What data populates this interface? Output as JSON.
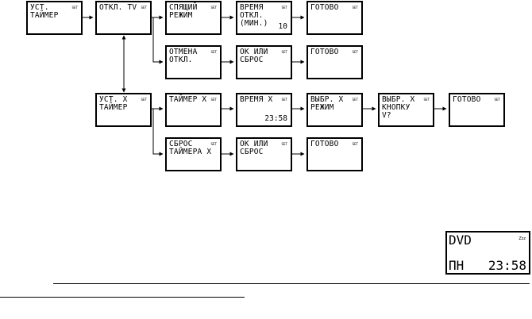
{
  "boxes": {
    "set_timer": {
      "text": "УСТ.\nТАЙМЕР",
      "tag": "SET"
    },
    "off_tv": {
      "text": "ОТКЛ. TV",
      "tag": "SET"
    },
    "sleep_mode": {
      "text": "СПЯЩИЙ\nРЕЖИМ",
      "tag": "SET"
    },
    "time_off_min": {
      "text": "ВРЕМЯ\nОТКЛ.\n(МИН.)",
      "value": "10",
      "tag": "SET"
    },
    "done_1": {
      "text": "ГОТОВО",
      "tag": "SET"
    },
    "cancel_off": {
      "text": "ОТМЕНА\nОТКЛ.",
      "tag": "SET"
    },
    "ok_or_reset_1": {
      "text": "ОК ИЛИ\nСБРОС",
      "tag": "SET"
    },
    "done_2": {
      "text": "ГОТОВО",
      "tag": "SET"
    },
    "set_x_timer": {
      "text": "УСТ. X\nТАЙМЕР",
      "tag": "SET"
    },
    "timer_x": {
      "text": "ТАЙМЕР X",
      "tag": "SET"
    },
    "time_x": {
      "text": "ВРЕМЯ X",
      "value": "23:58",
      "tag": "SET"
    },
    "select_x_mode": {
      "text": "ВЫБР. X\nРЕЖИМ",
      "tag": "SET"
    },
    "select_x_button": {
      "text": "ВЫБР. X\nКНОПКУ\nV?",
      "tag": "SET"
    },
    "done_3": {
      "text": "ГОТОВО",
      "tag": "SET"
    },
    "reset_timer_x": {
      "text": "СБРОС\nТАЙМЕРА X",
      "tag": "SET"
    },
    "ok_or_reset_2": {
      "text": "ОК ИЛИ\nСБРОС",
      "tag": "SET"
    },
    "done_4": {
      "text": "ГОТОВО",
      "tag": "SET"
    }
  },
  "display": {
    "source": "DVD",
    "sleep_indicator": "Zzz",
    "day": "ПН",
    "time": "23:58"
  }
}
